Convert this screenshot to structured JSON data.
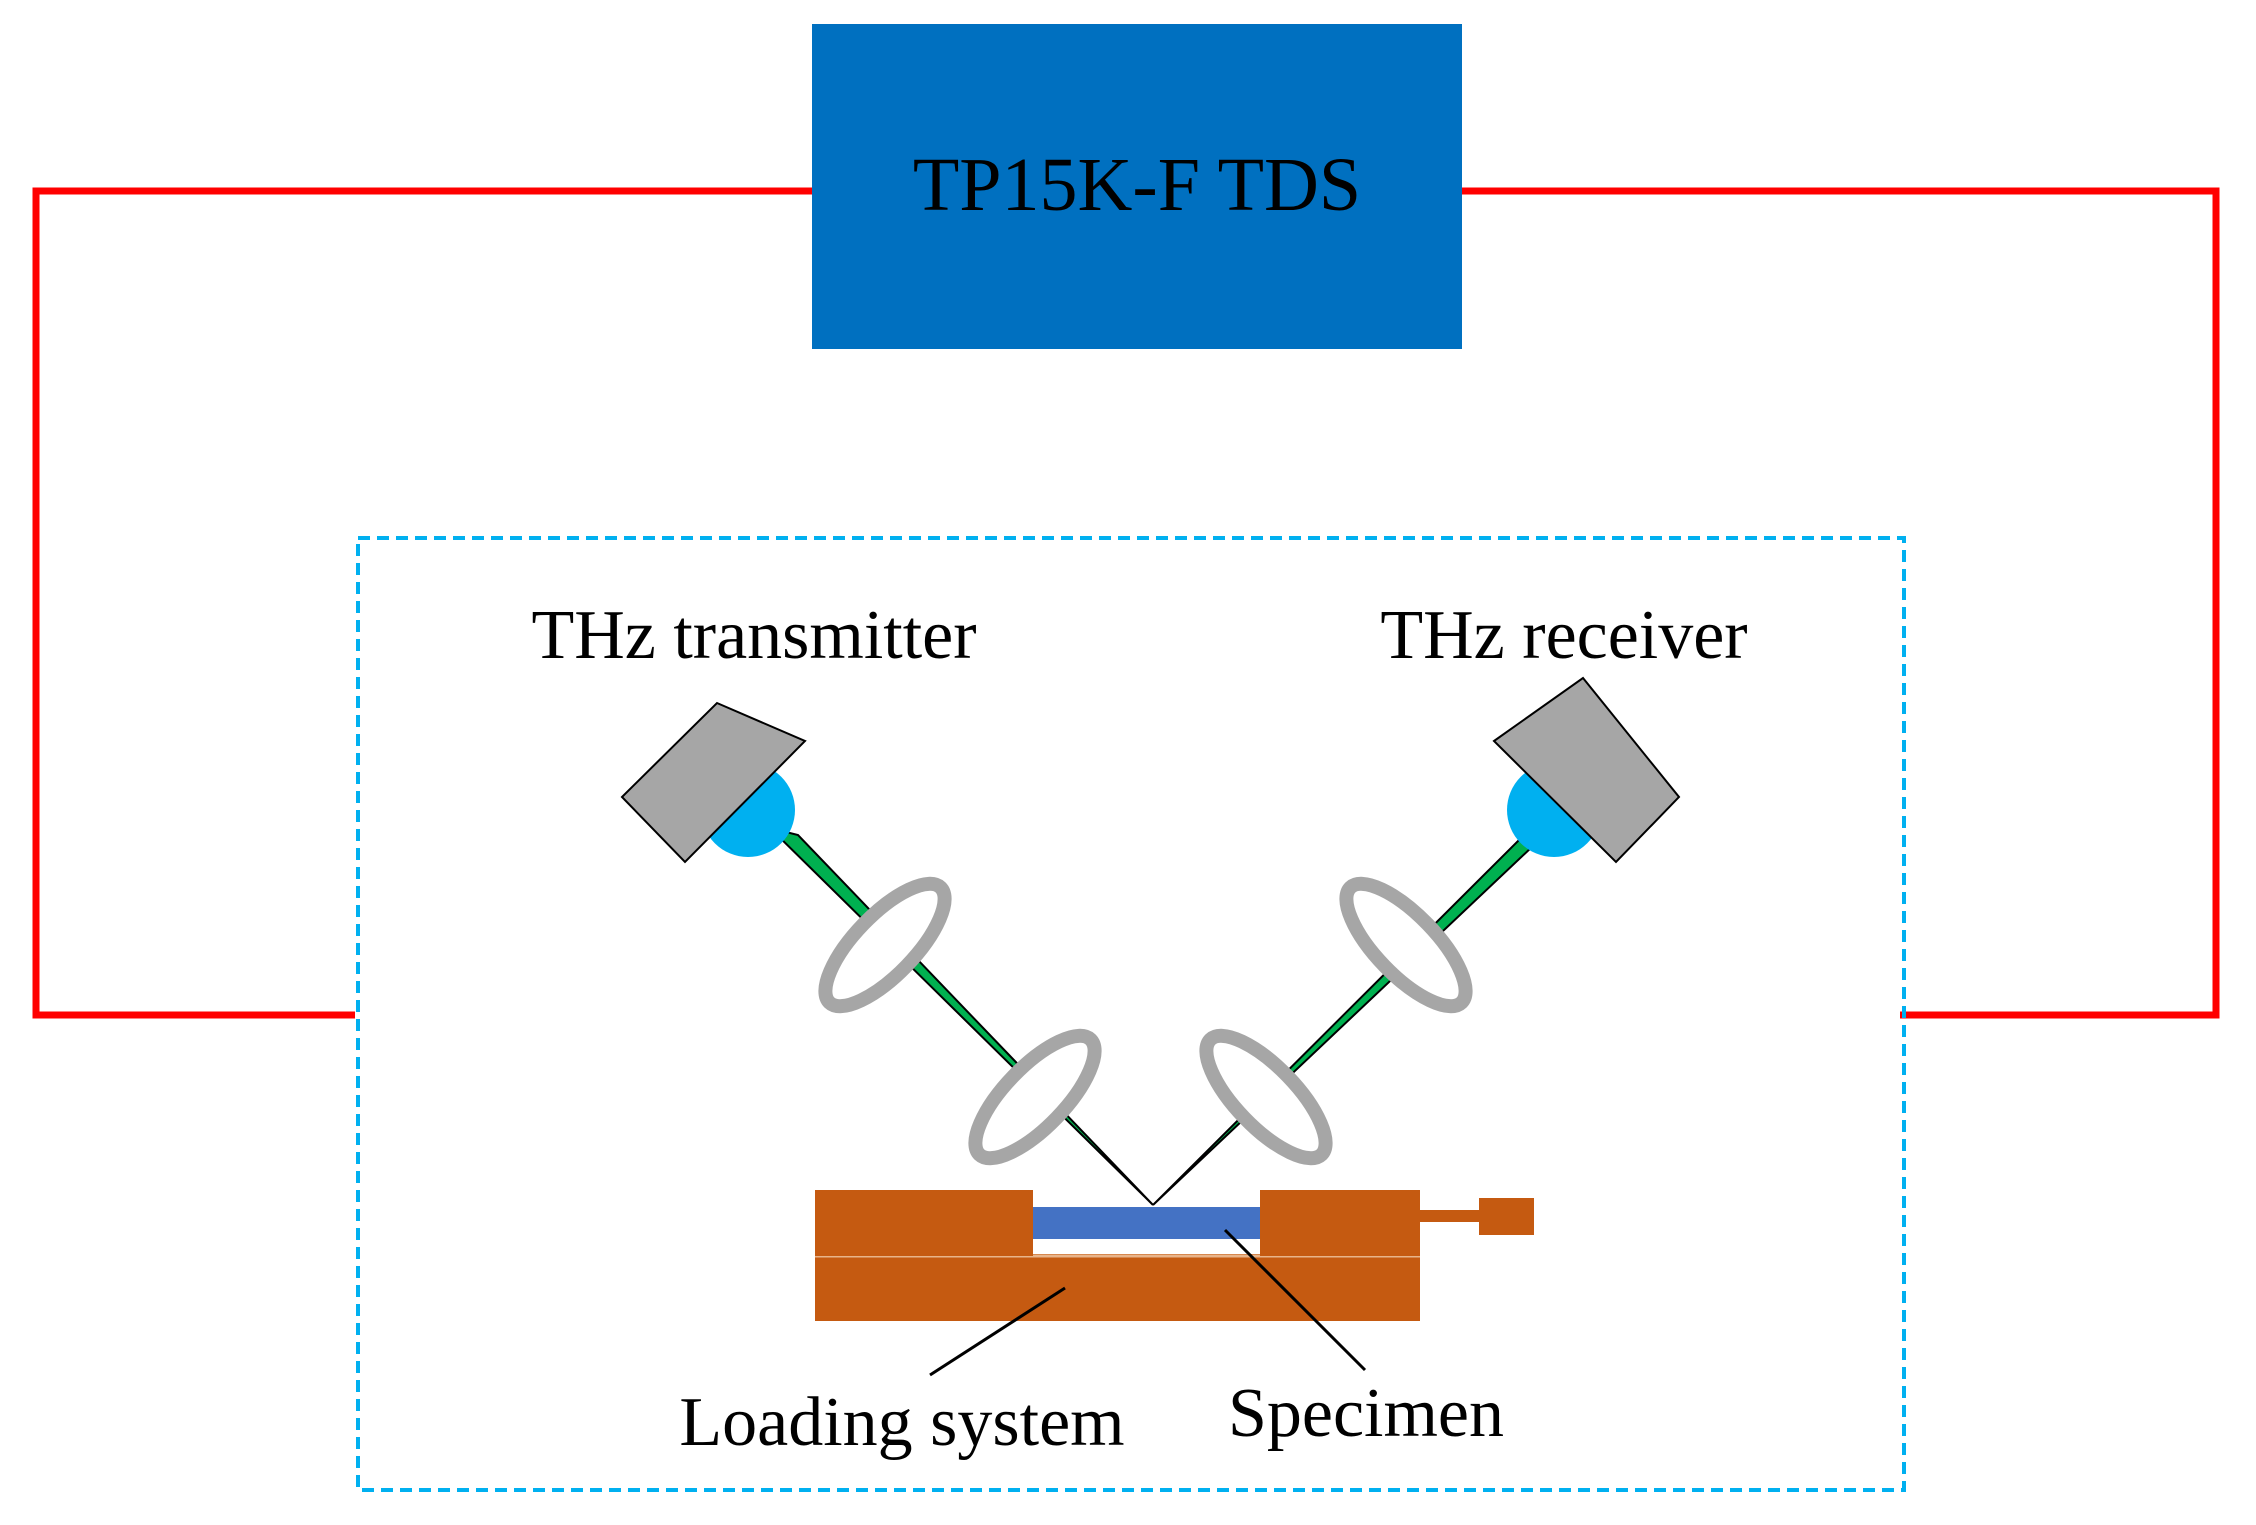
{
  "tds_box": {
    "label": "TP15K-F TDS"
  },
  "labels": {
    "transmitter": "THz transmitter",
    "receiver": "THz receiver",
    "loading_system": "Loading system",
    "specimen": "Specimen"
  },
  "colors": {
    "tds_fill": "#0070C0",
    "cable": "#FF0000",
    "enclosure_border": "#00B0F0",
    "beam": "#00B050",
    "lens": "#A6A6A6",
    "device_body": "#A6A6A6",
    "device_lens": "#00B0F0",
    "loading_system": "#C55A11",
    "specimen": "#4472C4"
  }
}
